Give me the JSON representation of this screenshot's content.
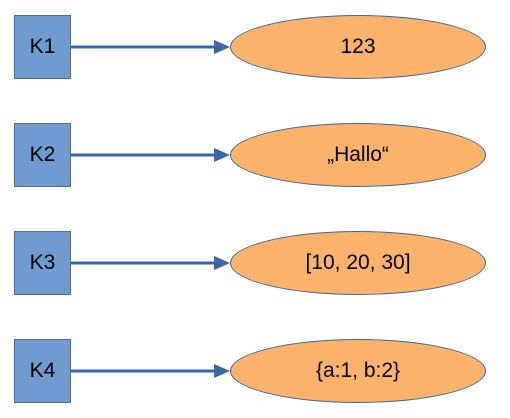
{
  "entries": [
    {
      "key": "K1",
      "value": "123"
    },
    {
      "key": "K2",
      "value": "„Hallo“"
    },
    {
      "key": "K3",
      "value": "[10, 20, 30]"
    },
    {
      "key": "K4",
      "value": "{a:1, b:2}"
    }
  ],
  "colors": {
    "key_fill": "#6f9bd0",
    "value_fill": "#fbb36b",
    "arrow": "#3a66a8"
  }
}
